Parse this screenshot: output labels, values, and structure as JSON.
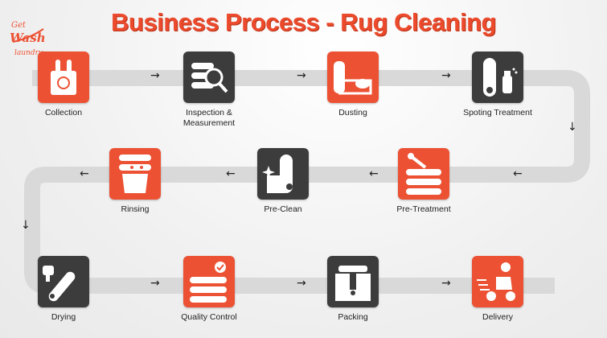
{
  "title": "Business Process - Rug Cleaning",
  "logo_text": "Get Wash Laundry",
  "steps": [
    {
      "label": "Collection",
      "icon": "hands-collection-icon",
      "color": "red"
    },
    {
      "label": "Inspection & Measurement",
      "icon": "magnifier-inspection-icon",
      "color": "dark"
    },
    {
      "label": "Dusting",
      "icon": "vacuum-rug-icon",
      "color": "red"
    },
    {
      "label": "Spoting Treatment",
      "icon": "spray-bottle-icon",
      "color": "dark"
    },
    {
      "label": "Pre-Treatment",
      "icon": "brush-rug-icon",
      "color": "red"
    },
    {
      "label": "Pre-Clean",
      "icon": "sparkle-rug-icon",
      "color": "dark"
    },
    {
      "label": "Rinsing",
      "icon": "rinse-bucket-icon",
      "color": "red"
    },
    {
      "label": "Drying",
      "icon": "hairdryer-rug-icon",
      "color": "dark"
    },
    {
      "label": "Quality Control",
      "icon": "checkmark-rug-icon",
      "color": "red"
    },
    {
      "label": "Packing",
      "icon": "package-icon",
      "color": "dark"
    },
    {
      "label": "Delivery",
      "icon": "scooter-delivery-icon",
      "color": "red"
    }
  ],
  "arrows": {
    "right": "→",
    "left": "←",
    "down": "↓"
  },
  "colors": {
    "accent": "#ec5133",
    "dark": "#3c3c3c",
    "track": "#d9d9d9"
  }
}
